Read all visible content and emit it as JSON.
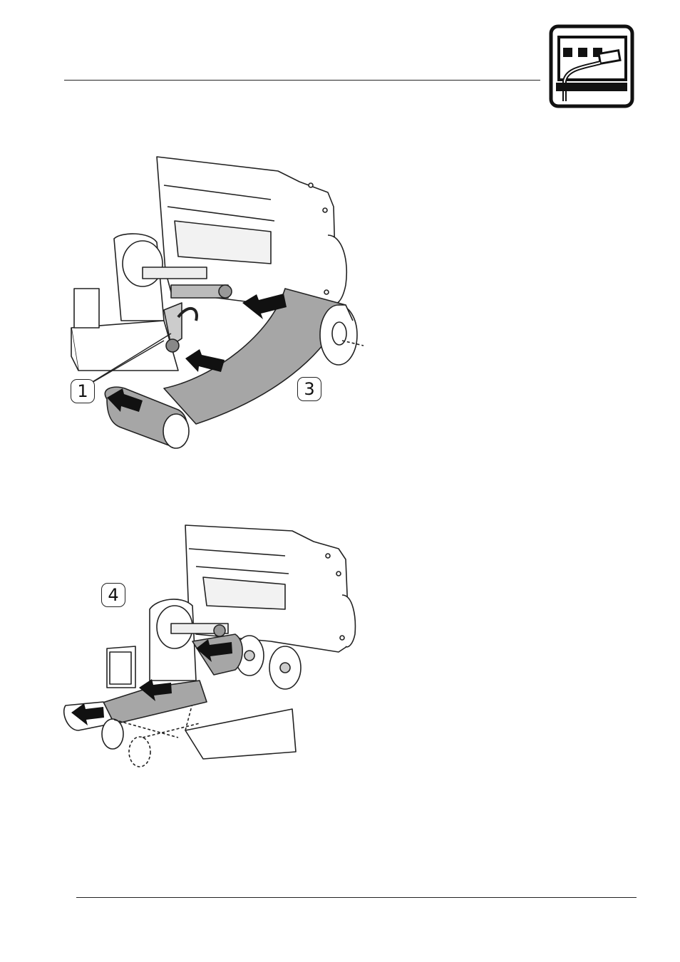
{
  "header": {
    "icon": "network-connector-icon"
  },
  "figure_top": {
    "callouts": [
      {
        "label": "1"
      },
      {
        "label": "3"
      }
    ],
    "icon": "printer-label-loading-illustration"
  },
  "figure_bottom": {
    "callouts": [
      {
        "label": "4"
      }
    ],
    "icon": "printer-label-routed-illustration"
  }
}
